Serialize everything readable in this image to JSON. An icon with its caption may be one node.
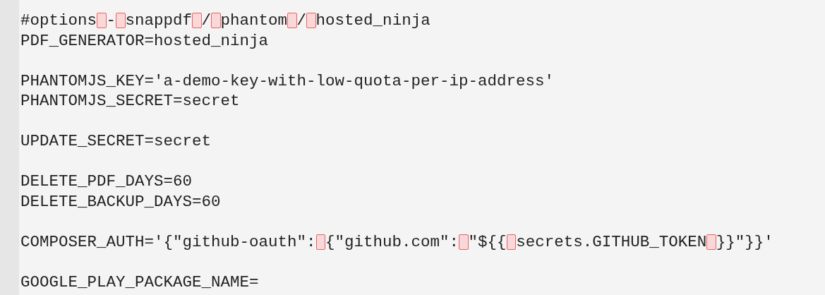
{
  "diagram": {
    "labels": [
      "#options - snappdf / phantom / hosted_ninja",
      "PDF_GENERATOR=hosted_ninja",
      "PHANTOMJS_KEY='a-demo-key-with-low-quota-per-ip-address'",
      "PHANTOMJS_SECRET=secret",
      "UPDATE_SECRET=secret",
      "DELETE_PDF_DAYS=60",
      "DELETE_BACKUP_DAYS=60",
      "COMPOSER_AUTH='{\"github-oauth\": {\"github.com\": \"${{ secrets.GITHUB_TOKEN }}\"}}'",
      "GOOGLE_PLAY_PACKAGE_NAME="
    ]
  }
}
